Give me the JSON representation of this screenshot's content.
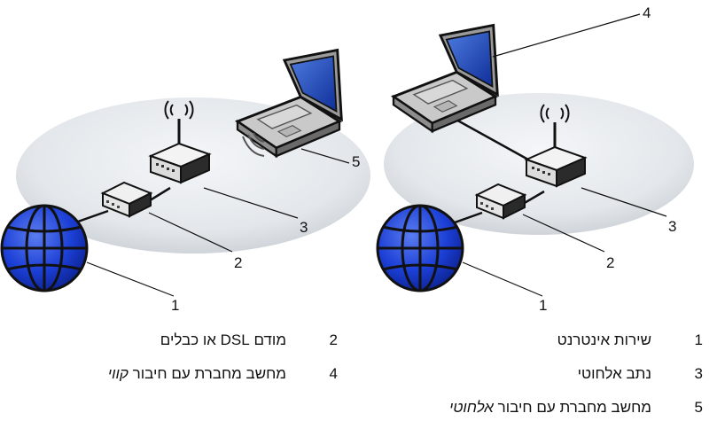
{
  "callouts": {
    "right": {
      "c1": "1",
      "c2": "2",
      "c3": "3",
      "c4": "4"
    },
    "left": {
      "c1": "1",
      "c2": "2",
      "c3": "3",
      "c5": "5"
    }
  },
  "legend": [
    {
      "num": "1",
      "text": "שירות אינטרנט",
      "emph": ""
    },
    {
      "num": "2",
      "text": "מודם DSL או כבלים",
      "emph": ""
    },
    {
      "num": "3",
      "text": "נתב אלחוטי",
      "emph": ""
    },
    {
      "num": "4",
      "text": "מחשב מחברת עם חיבור ",
      "emph": "קווי"
    },
    {
      "num": "5",
      "text": "מחשב מחברת עם חיבור ",
      "emph": "אלחוטי"
    }
  ],
  "colors": {
    "globe": "#1c3fd6",
    "screen": "#2452c9",
    "cloud": "#d8dde2"
  }
}
